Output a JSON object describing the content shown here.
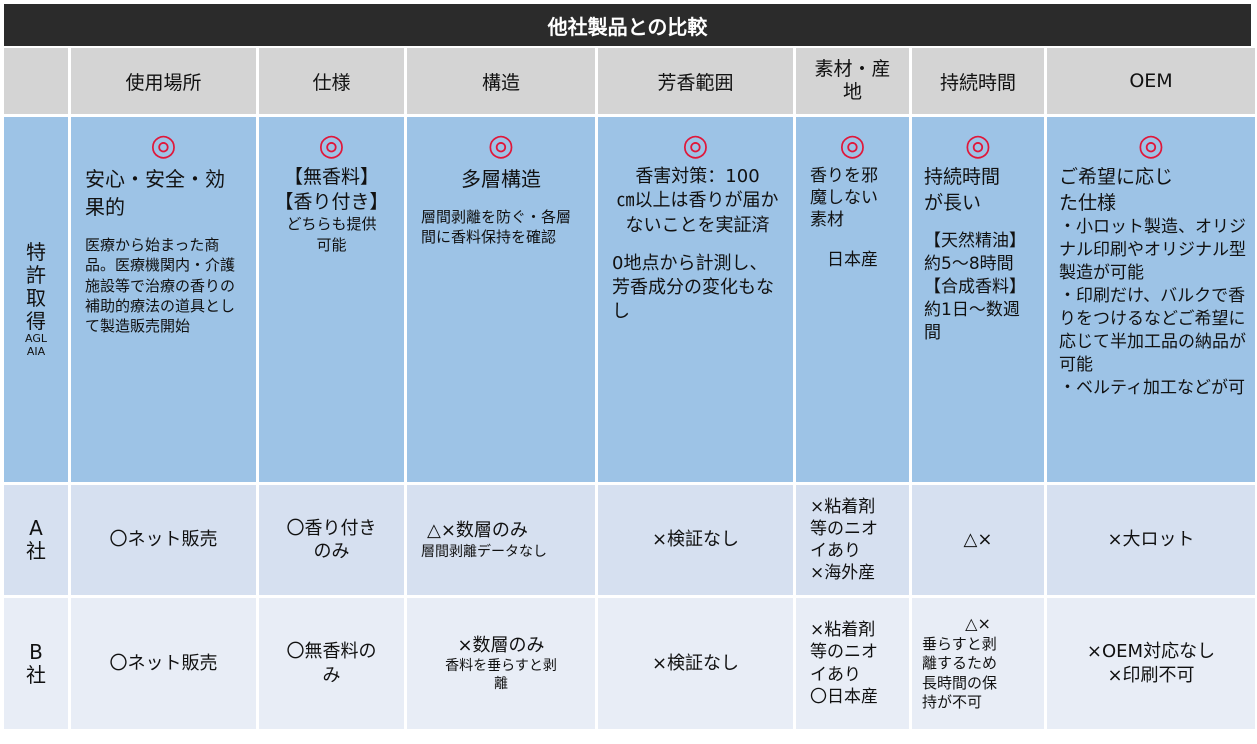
{
  "title": "他社製品との比較",
  "headers": [
    "",
    "使用場所",
    "仕様",
    "構造",
    "芳香範囲",
    "素材・産地",
    "持続時間",
    "OEM"
  ],
  "rows": {
    "patent": {
      "label": "特\n許\n取\n得",
      "sub1": "AGL",
      "sub2": "AIA",
      "mark": "◎",
      "location": {
        "main": "安心・安全・効果的",
        "detail": "医療から始まった商品。医療機関内・介護施設等で治療の香りの補助的療法の道具として製造販売開始"
      },
      "spec": {
        "main": "【無香料】\n【香り付き】",
        "detail": "どちらも提供\n可能"
      },
      "structure": {
        "main": "多層構造",
        "detail": "層間剥離を防ぐ・各層間に香料保持を確認"
      },
      "range": {
        "main": "香害対策：100\n㎝以上は香りが届かないことを実証済",
        "detail": "0地点から計測し、芳香成分の変化もなし"
      },
      "material": {
        "main": "香りを邪魔しない素材",
        "detail": "日本産"
      },
      "duration": {
        "main": "持続時間が長い",
        "detail": "【天然精油】約5～8時間\n【合成香料】約1日～数週間"
      },
      "oem": {
        "main": "ご希望に応じた仕様",
        "detail": "・小ロット製造、オリジナル印刷やオリジナル型製造が可能\n・印刷だけ、バルクで香りをつけるなどご希望に応じて半加工品の納品が可能\n・ベルティ加工などが可"
      }
    },
    "a": {
      "label": "A\n社",
      "location": "〇ネット販売",
      "spec": "〇香り付き\nのみ",
      "structure_main": "△×数層のみ",
      "structure_sub": "層間剥離データなし",
      "range": "×検証なし",
      "material": "×粘着剤\n等のニオ\nイあり\n×海外産",
      "duration": "△×",
      "oem": "×大ロット"
    },
    "b": {
      "label": "B\n社",
      "location": "〇ネット販売",
      "spec": "〇無香料の\nみ",
      "structure_main": "×数層のみ",
      "structure_sub": "香料を垂らすと剥\n離",
      "range": "×検証なし",
      "material": "×粘着剤\n等のニオ\nイあり\n〇日本産",
      "duration_main": "△×",
      "duration_sub": "垂らすと剥\n離するため\n長時間の保\n持が不可",
      "oem": "×OEM対応なし\n×印刷不可"
    }
  }
}
